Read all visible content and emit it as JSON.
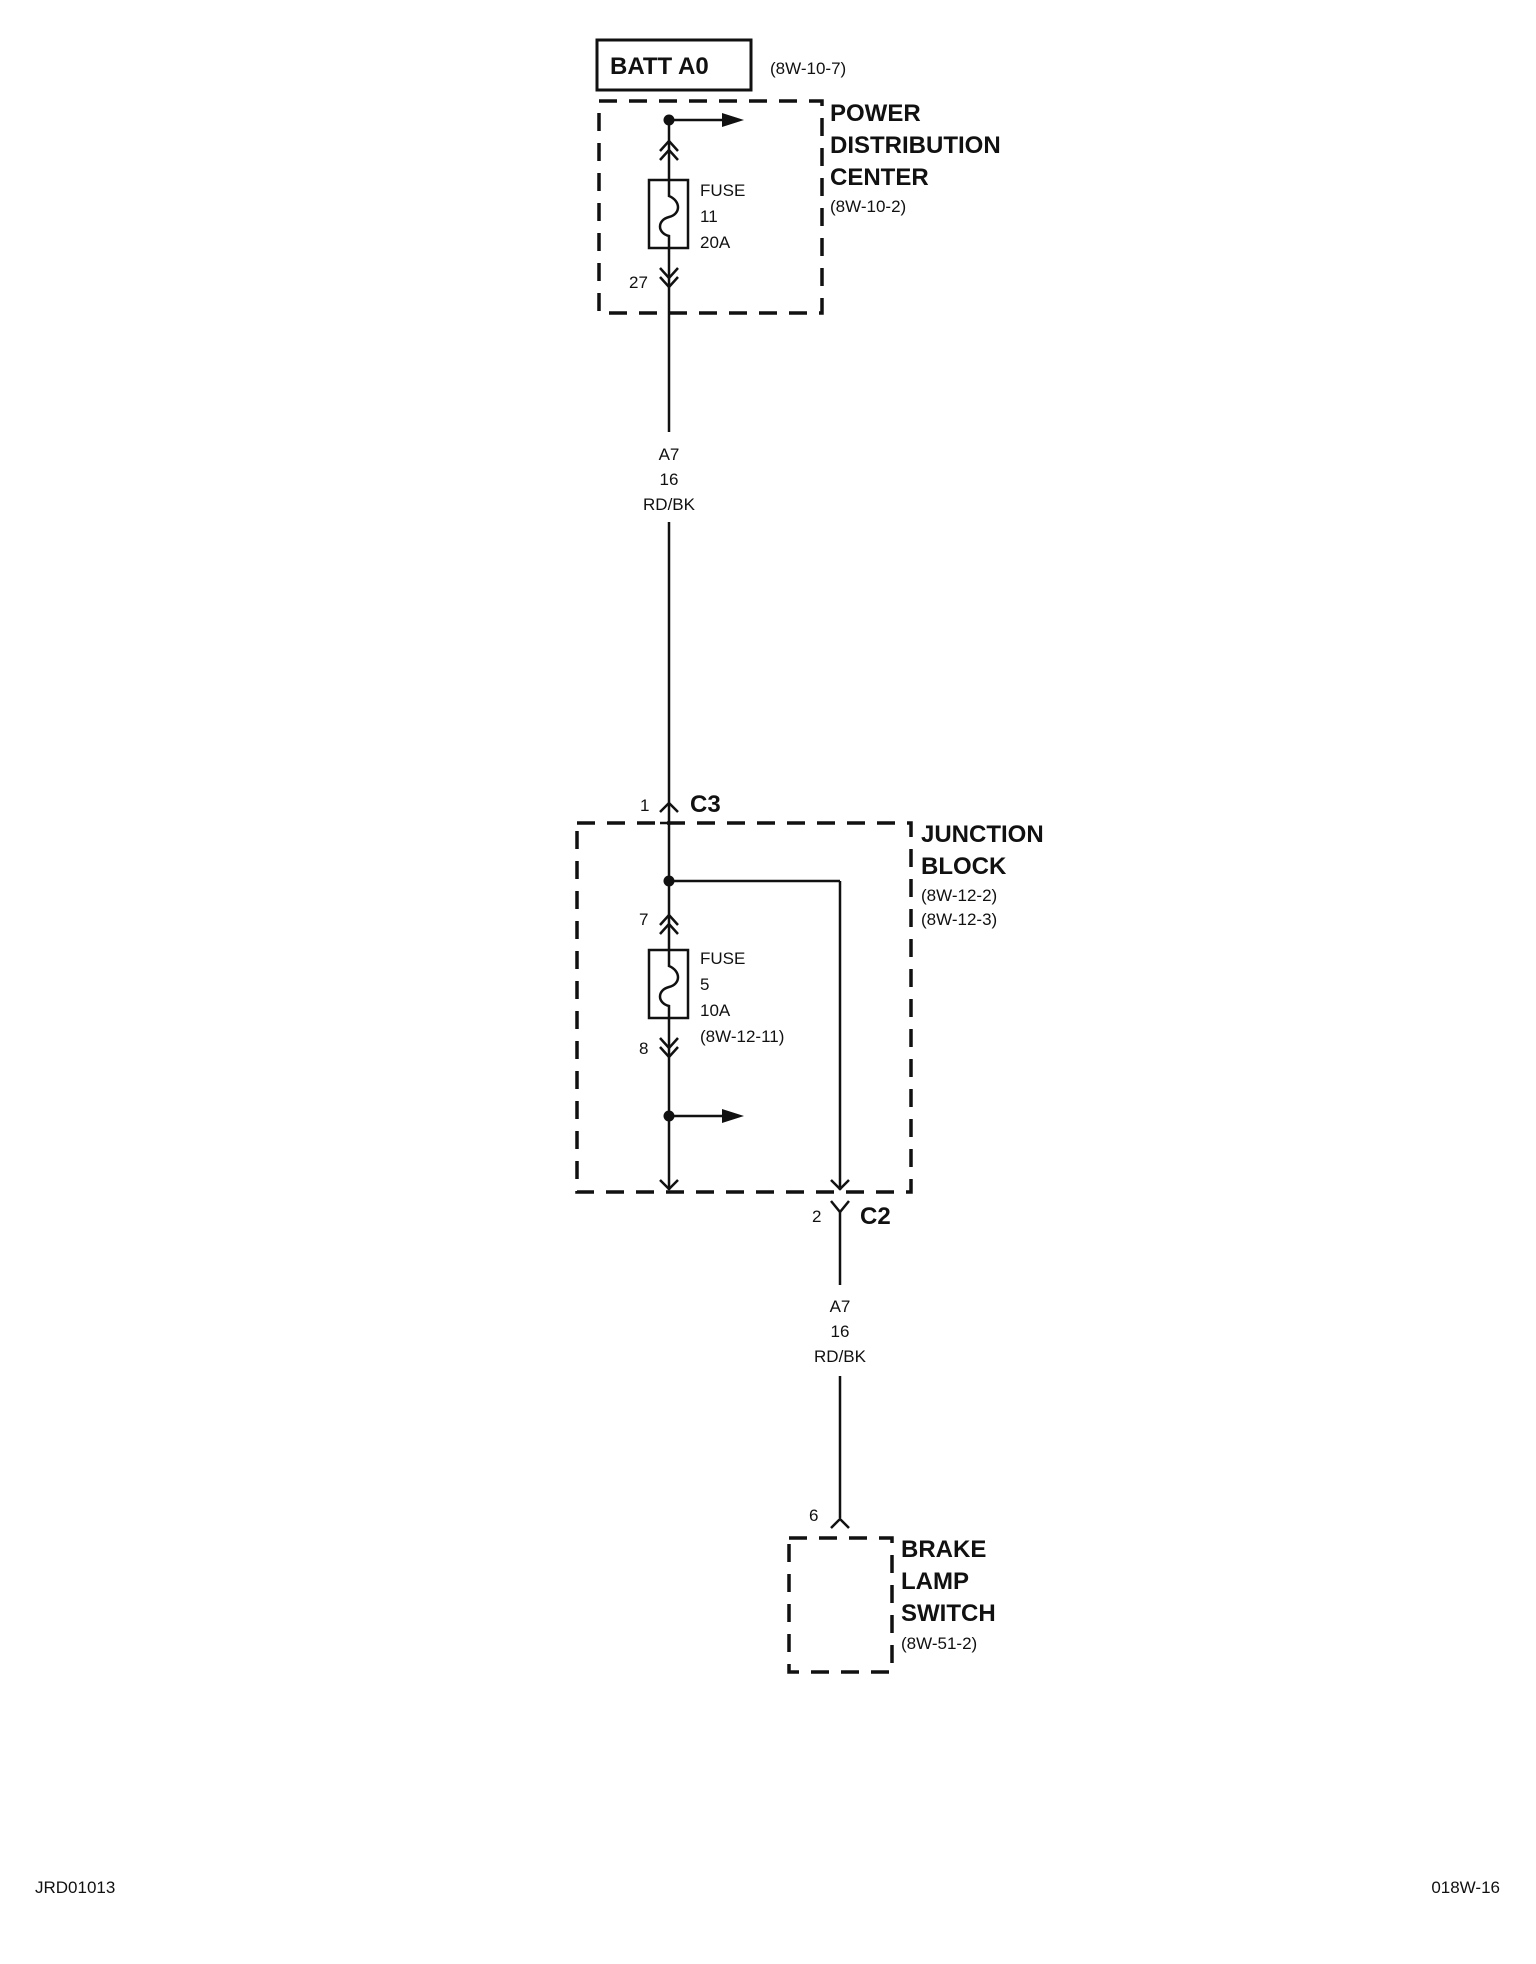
{
  "batt": {
    "label": "BATT A0",
    "ref": "(8W-10-7)"
  },
  "pdc": {
    "line1": "POWER",
    "line2": "DISTRIBUTION",
    "line3": "CENTER",
    "ref": "(8W-10-2)"
  },
  "fuse11": {
    "label": "FUSE",
    "number": "11",
    "rating": "20A",
    "pin_out": "27"
  },
  "wire1": {
    "circuit": "A7",
    "gauge": "16",
    "color": "RD/BK"
  },
  "c3": {
    "pin": "1",
    "name": "C3"
  },
  "junction_block": {
    "line1": "JUNCTION",
    "line2": "BLOCK",
    "ref1": "(8W-12-2)",
    "ref2": "(8W-12-3)"
  },
  "fuse5": {
    "label": "FUSE",
    "number": "5",
    "rating": "10A",
    "ref": "(8W-12-11)",
    "pin_in": "7",
    "pin_out": "8"
  },
  "c2": {
    "pin": "2",
    "name": "C2"
  },
  "wire2": {
    "circuit": "A7",
    "gauge": "16",
    "color": "RD/BK"
  },
  "brake_switch": {
    "pin": "6",
    "line1": "BRAKE",
    "line2": "LAMP",
    "line3": "SWITCH",
    "ref": "(8W-51-2)"
  },
  "footer": {
    "left": "JRD01013",
    "right": "018W-16"
  }
}
